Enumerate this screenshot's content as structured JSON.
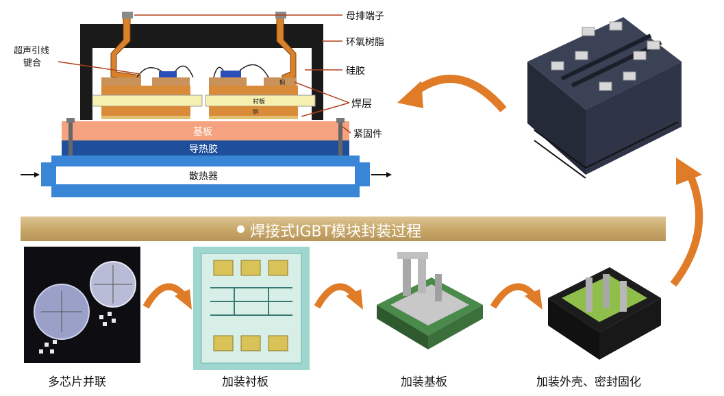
{
  "cross_section": {
    "labels": {
      "busbar_terminal": "母排端子",
      "epoxy_resin": "环氧树脂",
      "silicone_gel": "硅胶",
      "ultrasonic_bond_line1": "超声引线",
      "ultrasonic_bond_line2": "键合",
      "solder_layer": "焊层",
      "fastener": "紧固件",
      "baseplate": "基板",
      "thermal_grease": "导热胶",
      "heatsink": "散热器",
      "substrate": "衬板",
      "copper": "铜"
    }
  },
  "banner": {
    "title": "焊接式IGBT模块封装过程"
  },
  "steps": [
    {
      "caption": "多芯片并联"
    },
    {
      "caption": "加装衬板"
    },
    {
      "caption": "加装基板"
    },
    {
      "caption": "加装外壳、密封固化"
    }
  ],
  "colors": {
    "arrow_orange": "#e07b27",
    "banner_gold": "#c9a96a",
    "baseplate_salmon": "#f4a27f",
    "thermal_navy": "#1f4f9a",
    "heatsink_blue": "#3a86d6",
    "substrate_yellow": "#f5f0b0",
    "copper_orange": "#d98b3a"
  }
}
